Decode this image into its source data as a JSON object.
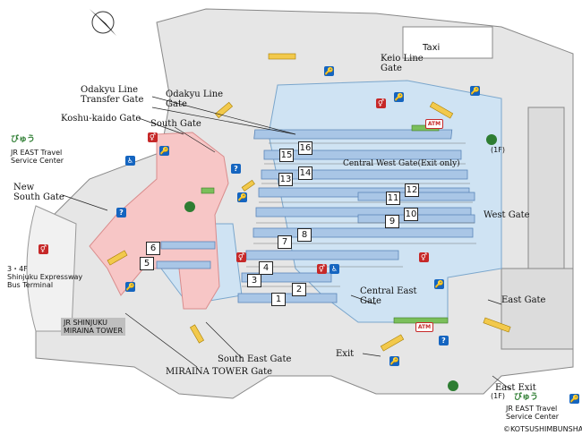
{
  "labels": {
    "taxi": "Taxi",
    "keio_line_gate": "Keio Line\nGate",
    "odakyu_transfer_gate": "Odakyu Line\nTransfer Gate",
    "odakyu_line_gate": "Odakyu Line\nGate",
    "koshu_kaido_gate": "Koshu-kaido Gate",
    "south_gate": "South Gate",
    "jr_east_tsc_left": "JR EAST Travel\nService Center",
    "new_south_gate": "New\nSouth Gate",
    "expressway": "3・4F\nShinjuku Expressway\nBus Terminal",
    "mirainatower": "JR SHINJUKU\nMIRAINA TOWER",
    "central_west_gate": "Central West Gate(Exit only)",
    "west_gate": "West Gate",
    "central_east_gate": "Central East\nGate",
    "east_gate": "East Gate",
    "exit": "Exit",
    "east_exit": "East Exit",
    "one_f_left": "(1F)",
    "one_f_right": "(1F)",
    "jr_east_tsc_right": "JR EAST Travel\nService Center",
    "south_east_gate": "South East Gate",
    "miraina_tower_gate": "MIRAINA TOWER Gate",
    "copyright": "©KOTSUSHIMBUNSHA",
    "viewlogo": "びゅう"
  },
  "platforms": [
    "1",
    "2",
    "3",
    "4",
    "5",
    "6",
    "7",
    "8",
    "9",
    "10",
    "11",
    "12",
    "13",
    "14",
    "15",
    "16"
  ],
  "colors": {
    "background": "#ffffff",
    "structure": "#e6e6e6",
    "concourse_blue": "#cfe3f3",
    "platform_blue": "#a9c6e6",
    "concourse_pink": "#f7c6c6",
    "escalator": "#f2c94c",
    "service_blue": "#1565c0",
    "toilet_red": "#c62828",
    "accent_green": "#2e7d32"
  }
}
